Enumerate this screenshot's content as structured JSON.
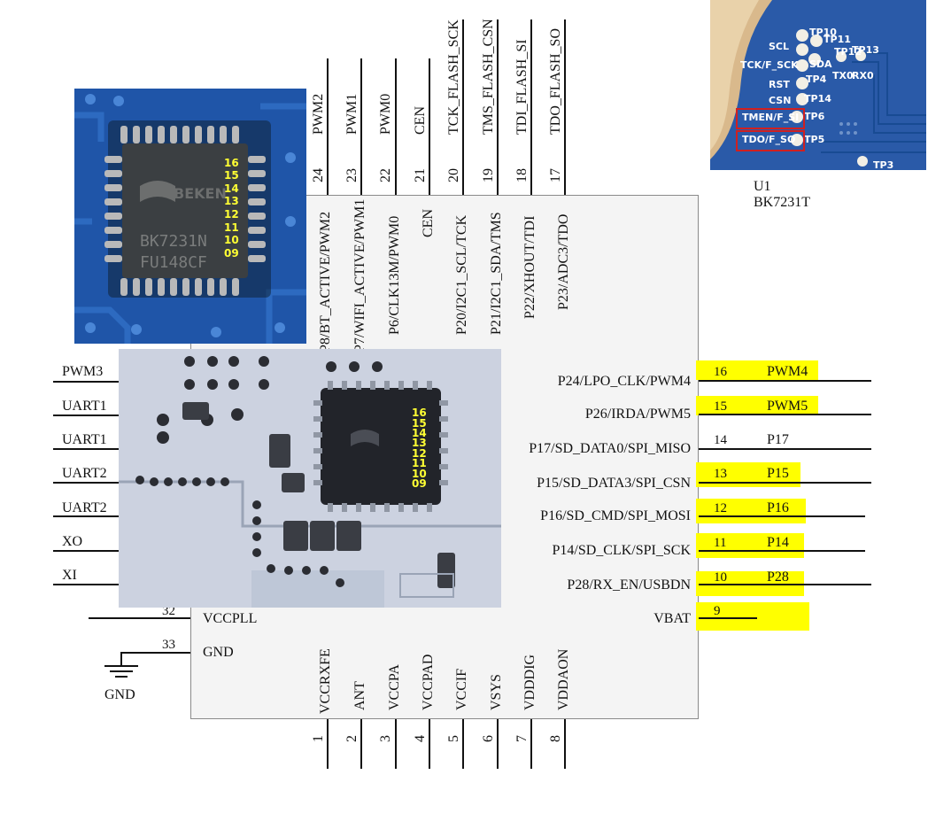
{
  "part": {
    "ref": "U1",
    "value": "BK7231T"
  },
  "top_pins": [
    {
      "num": "24",
      "net": "PWM2",
      "name": "P8/BT_ACTIVE/PWM2"
    },
    {
      "num": "23",
      "net": "PWM1",
      "name": "P7/WIFI_ACTIVE/PWM1"
    },
    {
      "num": "22",
      "net": "PWM0",
      "name": "P6/CLK13M/PWM0"
    },
    {
      "num": "21",
      "net": "CEN",
      "name": "CEN"
    },
    {
      "num": "20",
      "net": "TCK_FLASH_SCK",
      "name": "P20/I2C1_SCL/TCK"
    },
    {
      "num": "19",
      "net": "TMS_FLASH_CSN",
      "name": "P21/I2C1_SDA/TMS"
    },
    {
      "num": "18",
      "net": "TDI_FLASH_SI",
      "name": "P22/XHOUT/TDI"
    },
    {
      "num": "17",
      "net": "TDO_FLASH_SO",
      "name": "P23/ADC3/TDO"
    }
  ],
  "right_pins": [
    {
      "num": "16",
      "net": "PWM4",
      "name": "P24/LPO_CLK/PWM4",
      "highlight": true
    },
    {
      "num": "15",
      "net": "PWM5",
      "name": "P26/IRDA/PWM5",
      "highlight": true
    },
    {
      "num": "14",
      "net": "P17",
      "name": "P17/SD_DATA0/SPI_MISO",
      "highlight": false
    },
    {
      "num": "13",
      "net": "P15",
      "name": "P15/SD_DATA3/SPI_CSN",
      "highlight": true
    },
    {
      "num": "12",
      "net": "P16",
      "name": "P16/SD_CMD/SPI_MOSI",
      "highlight": true
    },
    {
      "num": "11",
      "net": "P14",
      "name": "P14/SD_CLK/SPI_SCK",
      "highlight": true
    },
    {
      "num": "10",
      "net": "P28",
      "name": "P28/RX_EN/USBDN",
      "highlight": true
    },
    {
      "num": "9",
      "net": "",
      "name": "VBAT",
      "highlight": true
    }
  ],
  "left_nets": [
    "PWM3",
    "UART1",
    "UART1",
    "UART2",
    "UART2",
    "XO",
    "XI"
  ],
  "left_power": [
    {
      "num": "32",
      "name": "VCCPLL"
    },
    {
      "num": "33",
      "name": "GND"
    }
  ],
  "gnd_symbol": "GND",
  "bottom_pins": [
    {
      "num": "1",
      "name": "VCCRXFE"
    },
    {
      "num": "2",
      "name": "ANT"
    },
    {
      "num": "3",
      "name": "VCCPA"
    },
    {
      "num": "4",
      "name": "VCCPAD"
    },
    {
      "num": "5",
      "name": "VCCIF"
    },
    {
      "num": "6",
      "name": "VSYS"
    },
    {
      "num": "7",
      "name": "VDDDIG"
    },
    {
      "num": "8",
      "name": "VDDAON"
    }
  ],
  "photo_pin_labels": [
    "16",
    "15",
    "14",
    "13",
    "12",
    "11",
    "10",
    "09"
  ],
  "chip_marking": {
    "brand": "BEKEN",
    "line1": "BK7231N",
    "line2": "FU148CF"
  },
  "pcb_photo": {
    "labels": [
      "TP10",
      "TP11",
      "SCL",
      "TP12",
      "TP13",
      "TCK/F_SCK",
      "SDA",
      "TX0",
      "RX0",
      "RST",
      "TP4",
      "CSN",
      "TP14",
      "TMEN/F_SI",
      "TP6",
      "TDO/F_SO",
      "TP5",
      "TP3"
    ]
  },
  "colors": {
    "highlight": "#ffff00",
    "photo_label": "#ffff33",
    "pcb_blue": "#1f4f9a",
    "box_red": "#d02020"
  }
}
